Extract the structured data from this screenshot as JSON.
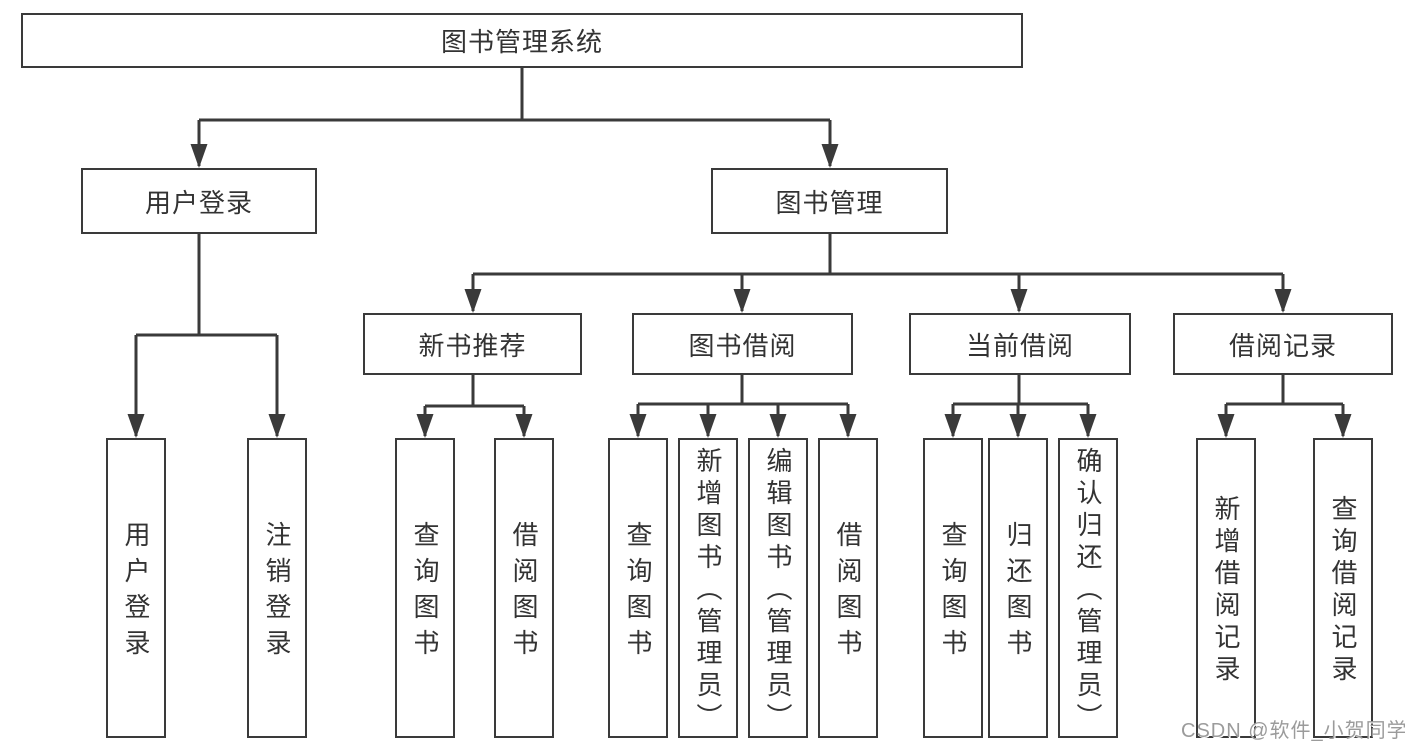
{
  "tree": {
    "root": {
      "label": "图书管理系统"
    },
    "user_login": {
      "label": "用户登录",
      "children": [
        {
          "label": "用户登录"
        },
        {
          "label": "注销登录"
        }
      ]
    },
    "book_mgmt": {
      "label": "图书管理",
      "children": [
        {
          "label": "新书推荐",
          "children": [
            {
              "label": "查询图书"
            },
            {
              "label": "借阅图书"
            }
          ]
        },
        {
          "label": "图书借阅",
          "children": [
            {
              "label": "查询图书"
            },
            {
              "label": "新增图书（管理员）"
            },
            {
              "label": "编辑图书（管理员）"
            },
            {
              "label": "借阅图书"
            }
          ]
        },
        {
          "label": "当前借阅",
          "children": [
            {
              "label": "查询图书"
            },
            {
              "label": "归还图书"
            },
            {
              "label": "确认归还（管理员）"
            }
          ]
        },
        {
          "label": "借阅记录",
          "children": [
            {
              "label": "新增借阅记录"
            },
            {
              "label": "查询借阅记录"
            }
          ]
        }
      ]
    }
  },
  "watermark": {
    "text": "CSDN @软件_小贺同学"
  },
  "colors": {
    "line": "#3a3a3a",
    "box_border": "#3a3a3a",
    "text": "#333333",
    "background": "#ffffff",
    "watermark": "#9b9b9b"
  }
}
